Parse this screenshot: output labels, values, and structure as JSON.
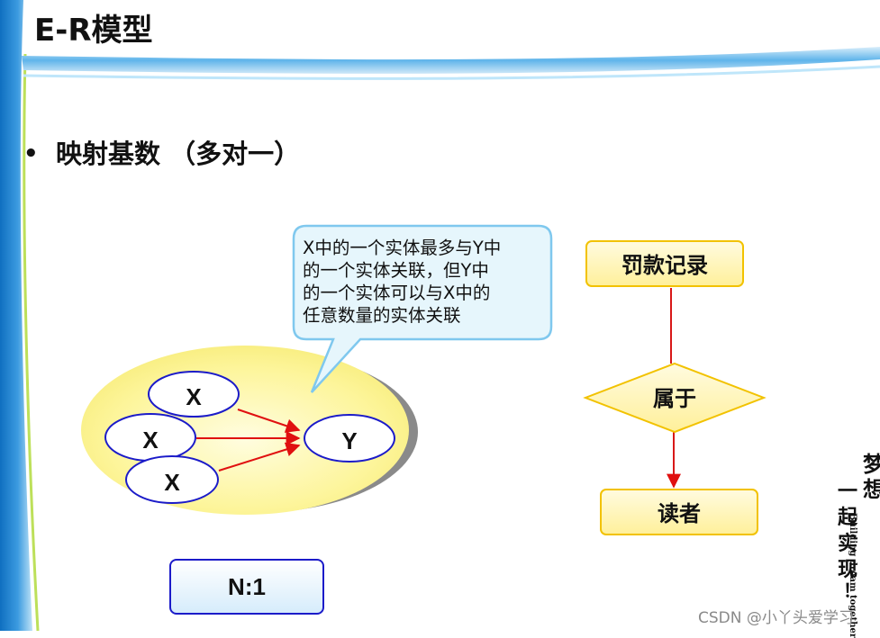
{
  "slide": {
    "title": "E-R模型",
    "bullet_text": "映射基数 （多对一）",
    "callout_lines": [
      "X中的一个实体最多与Y中",
      "的一个实体关联，但Y中",
      "的一个实体可以与X中的",
      "任意数量的实体关联"
    ],
    "ratio_label": "N:1"
  },
  "mapping": {
    "x_nodes": [
      "X",
      "X",
      "X"
    ],
    "y_node": "Y"
  },
  "er": {
    "entity_top": "罚款记录",
    "relationship": "属于",
    "entity_bottom": "读者"
  },
  "decor": {
    "watermark": "CSDN @小丫头爱学习",
    "signature_cn": [
      "梦",
      "想",
      "一",
      "起",
      "实",
      "现",
      "！"
    ],
    "signature_en": "Building dream together"
  },
  "colors": {
    "title_bar_blue": "#1e88d6",
    "node_border": "#1b1bc9",
    "arrow_red": "#e01010",
    "entity_fill": "#fff3a8",
    "entity_border": "#f2c200",
    "callout_fill": "#e6f6fc",
    "callout_border": "#7fc8ee"
  }
}
